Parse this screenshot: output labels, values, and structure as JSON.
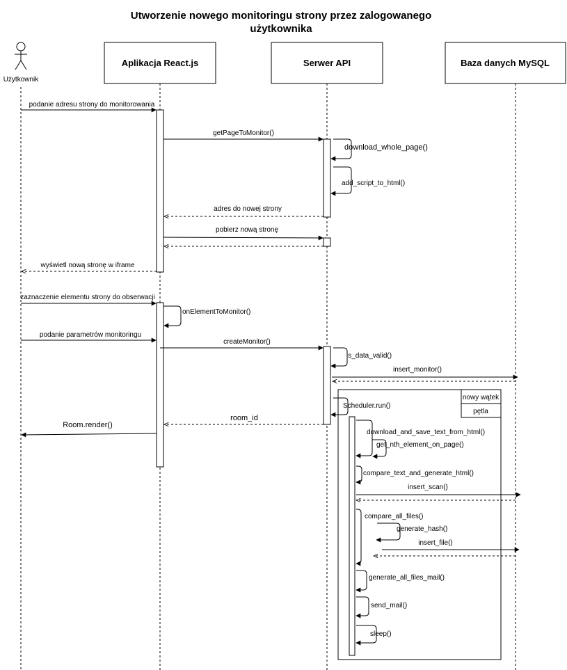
{
  "title_line1": "Utworzenie nowego monitoringu strony przez zalogowanego",
  "title_line2": "użytkownika",
  "actor_label": "Użytkownik",
  "participants": [
    "Aplikacja React.js",
    "Serwer API",
    "Baza danych MySQL"
  ],
  "messages": {
    "m1": "podanie adresu strony do monitorowania",
    "m2": "getPageToMonitor()",
    "m3": "download_whole_page()",
    "m4": "add_script_to_html()",
    "m5": "adres do nowej strony",
    "m6": "pobierz nową stronę",
    "m7": "wyświetl nową stronę w iframe",
    "m8": "zaznaczenie elementu strony do obserwacji",
    "m9": "onElementToMonitor()",
    "m10": "podanie parametrów monitoringu",
    "m11": "createMonitor()",
    "m12": "is_data_valid()",
    "m13": "insert_monitor()",
    "m14": "Scheduler.run()",
    "m15": "room_id",
    "m16": "Room.render()",
    "m17": "download_and_save_text_from_html()",
    "m18": "get_nth_element_on_page()",
    "m19": "compare_text_and_generate_html()",
    "m20": "insert_scan()",
    "m21": "compare_all_files()",
    "m22": "generate_hash()",
    "m23": "insert_file()",
    "m24": "generate_all_files_mail()",
    "m25": "send_mail()",
    "m26": "sleep()"
  },
  "fragment": {
    "label1": "nowy wątek",
    "label2": "pętla"
  }
}
